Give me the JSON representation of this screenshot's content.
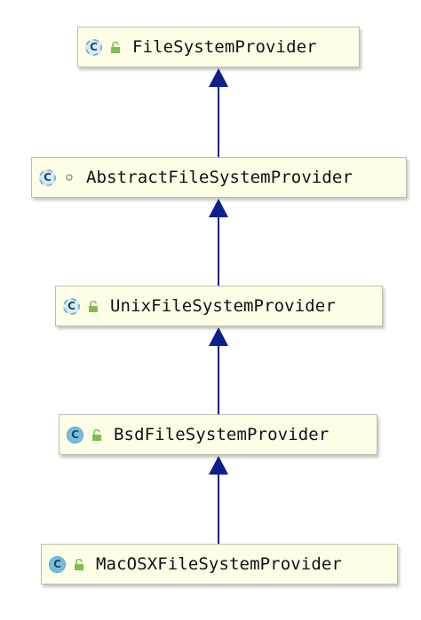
{
  "diagram": {
    "nodes": [
      {
        "name": "FileSystemProvider",
        "kind": "abstract",
        "visibility": "public-lock-icon"
      },
      {
        "name": "AbstractFileSystemProvider",
        "kind": "abstract",
        "visibility": "package-private-circle-icon"
      },
      {
        "name": "UnixFileSystemProvider",
        "kind": "abstract",
        "visibility": "public-lock-icon"
      },
      {
        "name": "BsdFileSystemProvider",
        "kind": "class",
        "visibility": "public-lock-icon"
      },
      {
        "name": "MacOSXFileSystemProvider",
        "kind": "class",
        "visibility": "public-lock-icon"
      }
    ],
    "badge_letter": "C",
    "edges": [
      {
        "from": "AbstractFileSystemProvider",
        "to": "FileSystemProvider",
        "type": "extends"
      },
      {
        "from": "UnixFileSystemProvider",
        "to": "AbstractFileSystemProvider",
        "type": "extends"
      },
      {
        "from": "BsdFileSystemProvider",
        "to": "UnixFileSystemProvider",
        "type": "extends"
      },
      {
        "from": "MacOSXFileSystemProvider",
        "to": "BsdFileSystemProvider",
        "type": "extends"
      }
    ],
    "colors": {
      "node_fill": "#fefee6",
      "node_border": "#bdbdaf",
      "edge": "#0c1f8a",
      "lock": "#7cbf52"
    }
  }
}
